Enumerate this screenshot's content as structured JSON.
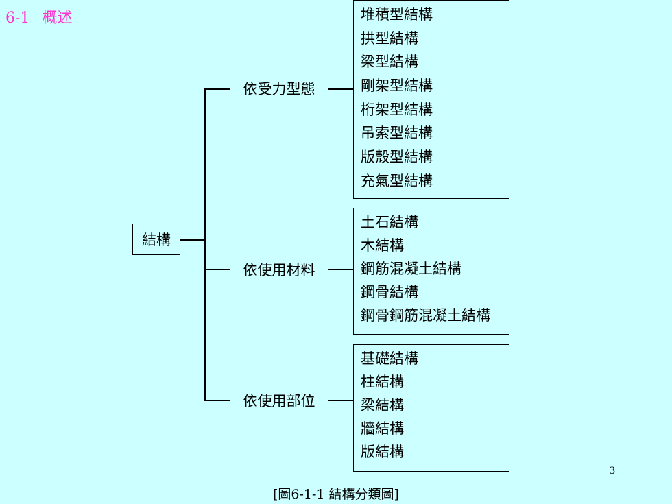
{
  "heading": {
    "number": "6-1",
    "title": "概述"
  },
  "root": {
    "label": "結構"
  },
  "categories": [
    {
      "label": "依受力型態",
      "items": [
        "堆積型結構",
        "拱型結構",
        "梁型結構",
        "剛架型結構",
        "桁架型結構",
        "吊索型結構",
        "版殼型結構",
        "充氣型結構"
      ]
    },
    {
      "label": "依使用材料",
      "items": [
        "土石結構",
        "木結構",
        "鋼筋混凝土結構",
        "鋼骨結構",
        "鋼骨鋼筋混凝土結構"
      ]
    },
    {
      "label": "依使用部位",
      "items": [
        "基礎結構",
        "柱結構",
        "梁結構",
        "牆結構",
        "版結構"
      ]
    }
  ],
  "page_number": "3",
  "caption": "[圖6-1-1 結構分類圖]"
}
